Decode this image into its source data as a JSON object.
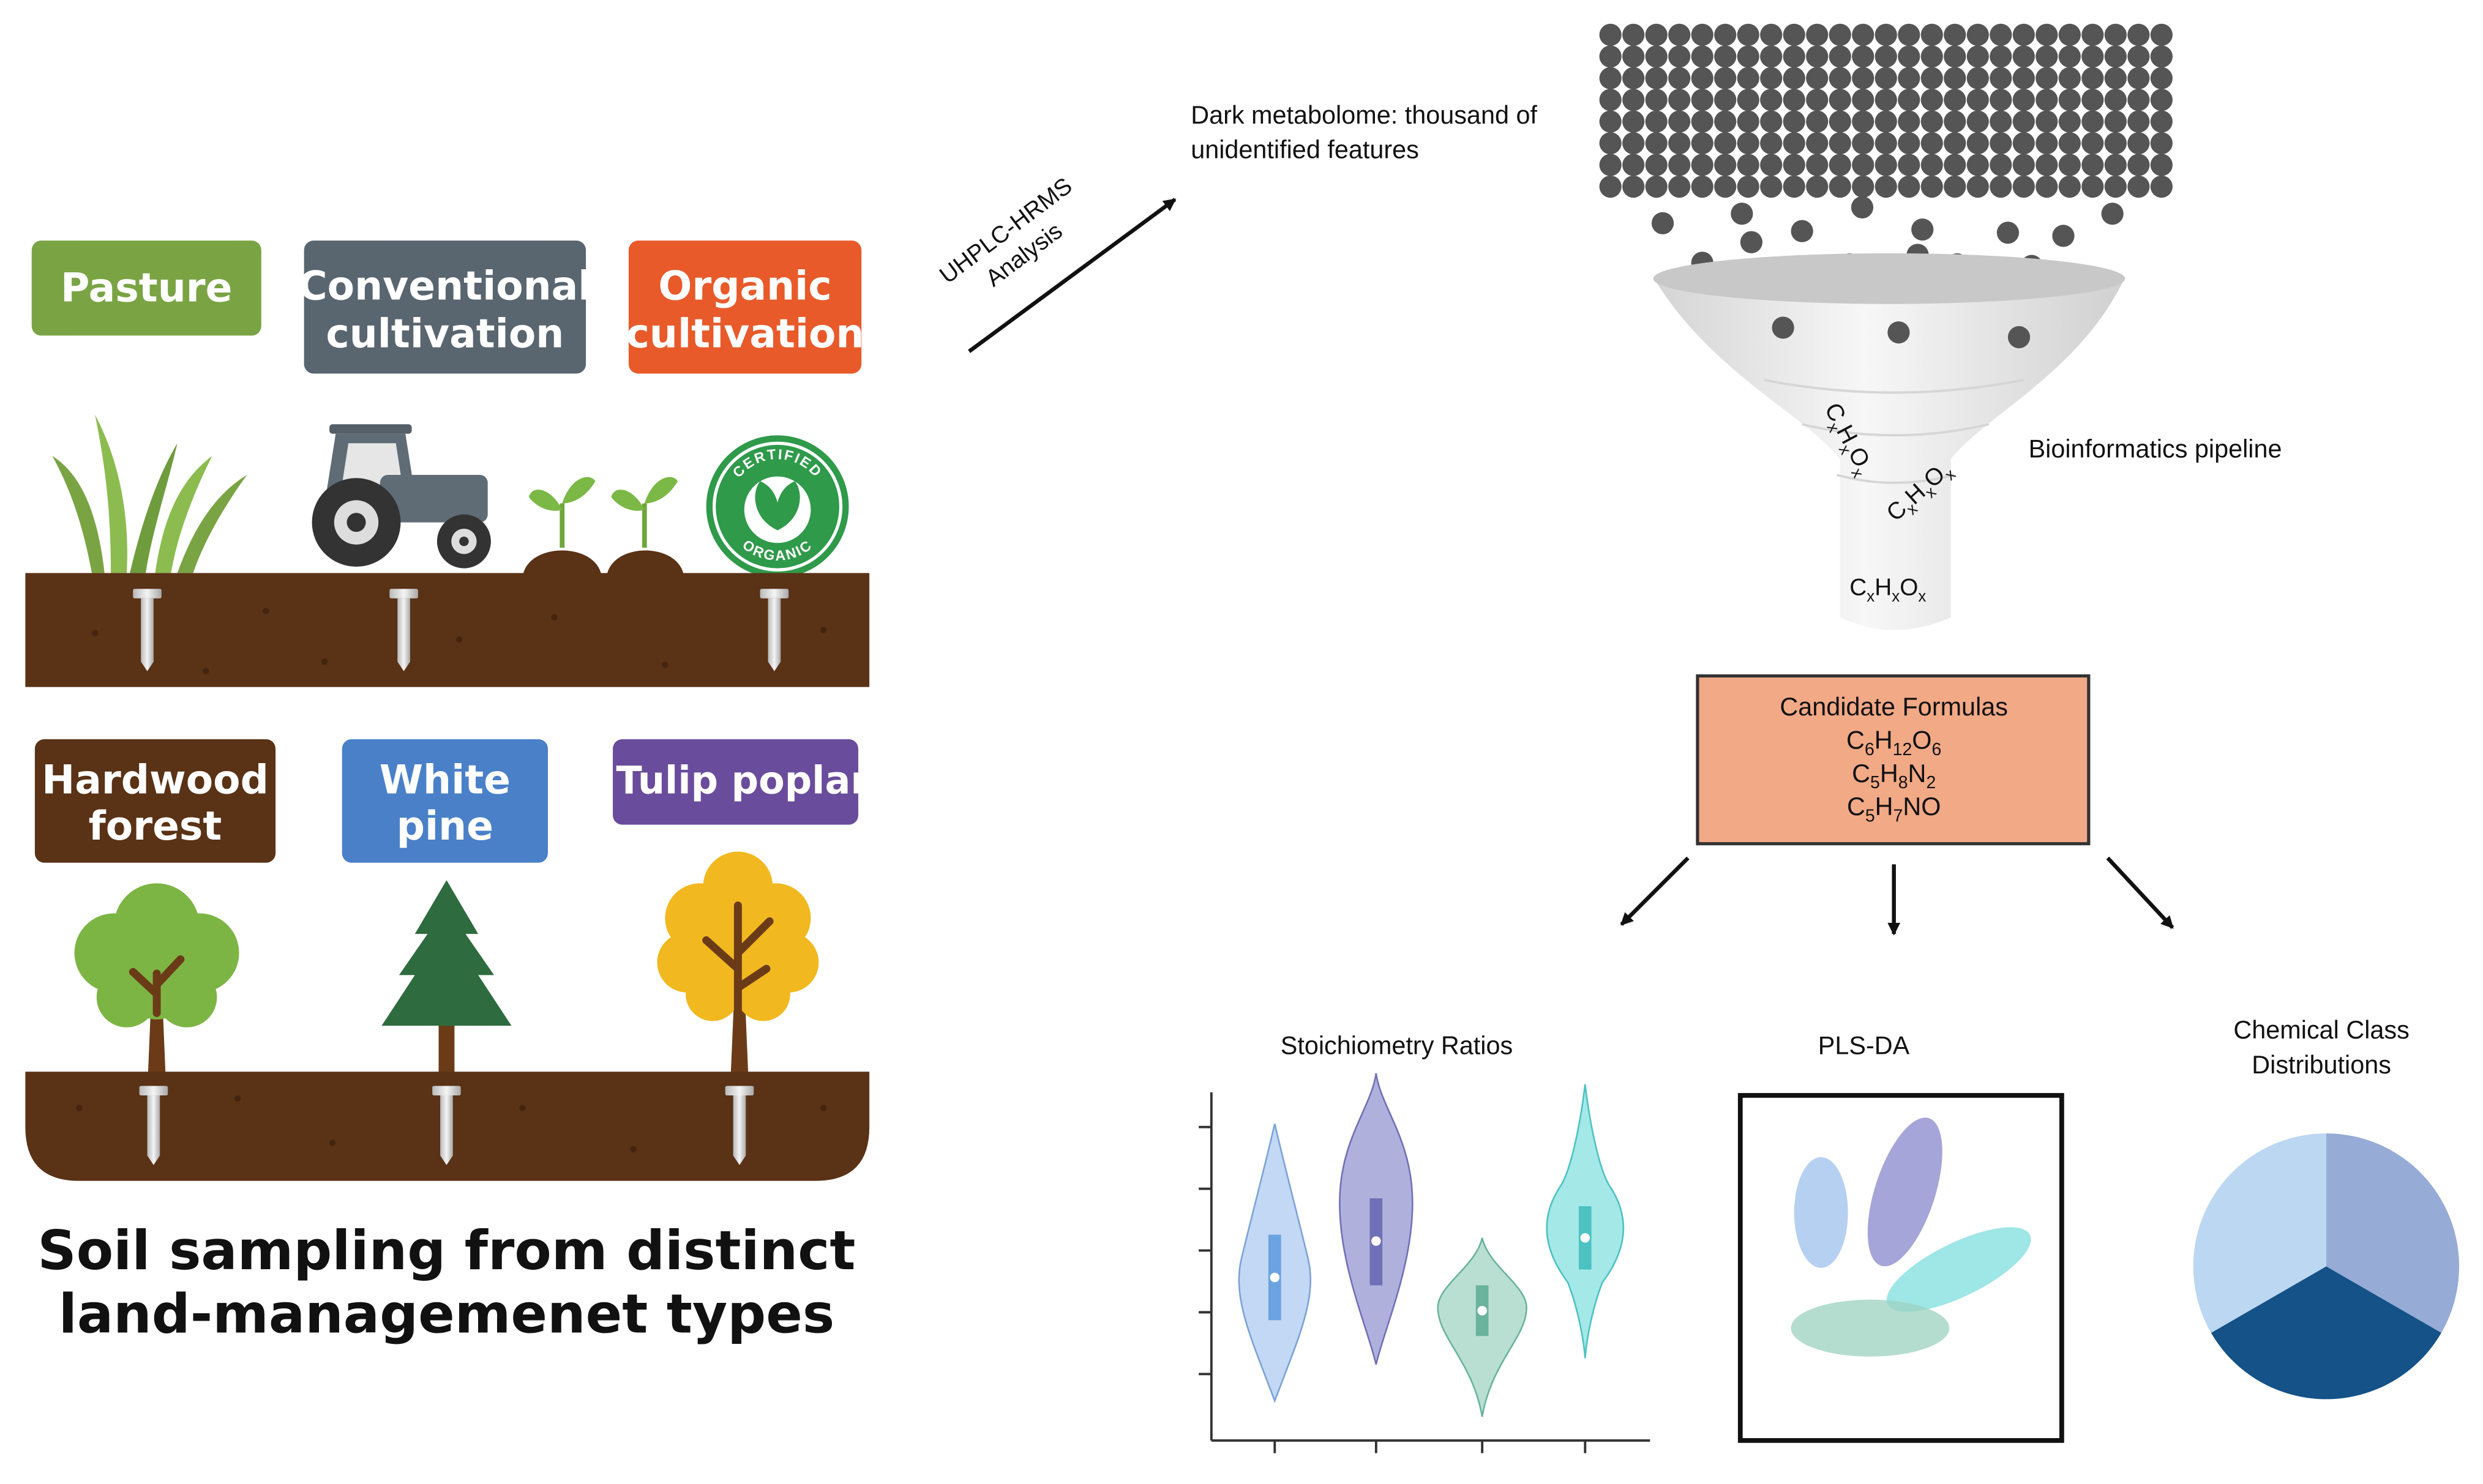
{
  "land_types": {
    "pasture": "Pasture",
    "conventional": [
      "Conventional",
      "cultivation"
    ],
    "organic": [
      "Organic",
      "cultivation"
    ],
    "hardwood": [
      "Hardwood",
      "forest"
    ],
    "white_pine": [
      "White",
      "pine"
    ],
    "tulip_poplar": "Tulip poplar"
  },
  "badge": {
    "top": "CERTIFIED",
    "bottom": "ORGANIC"
  },
  "sampling_title": [
    "Soil sampling from distinct",
    "land-managemenet types"
  ],
  "analysis_arrow": [
    "UHPLC-HRMS",
    "Analysis"
  ],
  "dark_metabolome": [
    "Dark metabolome: thousand of",
    "unidentified features"
  ],
  "pipeline_label": "Bioinformatics pipeline",
  "funnel_formula": {
    "c": "C",
    "h": "H",
    "o": "O",
    "sub": "x"
  },
  "candidate": {
    "title": "Candidate Formulas",
    "formulas": [
      [
        [
          "C",
          ""
        ],
        [
          "6",
          "sub"
        ],
        [
          "H",
          ""
        ],
        [
          "12",
          "sub"
        ],
        [
          "O",
          ""
        ],
        [
          "6",
          "sub"
        ]
      ],
      [
        [
          "C",
          ""
        ],
        [
          "5",
          "sub"
        ],
        [
          "H",
          ""
        ],
        [
          "8",
          "sub"
        ],
        [
          "N",
          ""
        ],
        [
          "2",
          "sub"
        ]
      ],
      [
        [
          "C",
          ""
        ],
        [
          "5",
          "sub"
        ],
        [
          "H",
          ""
        ],
        [
          "7",
          "sub"
        ],
        [
          "NO",
          ""
        ]
      ]
    ]
  },
  "outputs": {
    "stoichiometry": "Stoichiometry Ratios",
    "plsda": "PLS-DA",
    "chemical_class": [
      "Chemical  Class",
      "Distributions"
    ]
  },
  "colors": {
    "pasture": "#7aa444",
    "conventional": "#59656f",
    "organic": "#e85a2a",
    "hardwood": "#5a3216",
    "white_pine": "#4a80c8",
    "tulip_poplar": "#6a4c9c",
    "soil": "#5a3216",
    "candidate_box": "#f2a986",
    "feature_dot": "#555555"
  }
}
